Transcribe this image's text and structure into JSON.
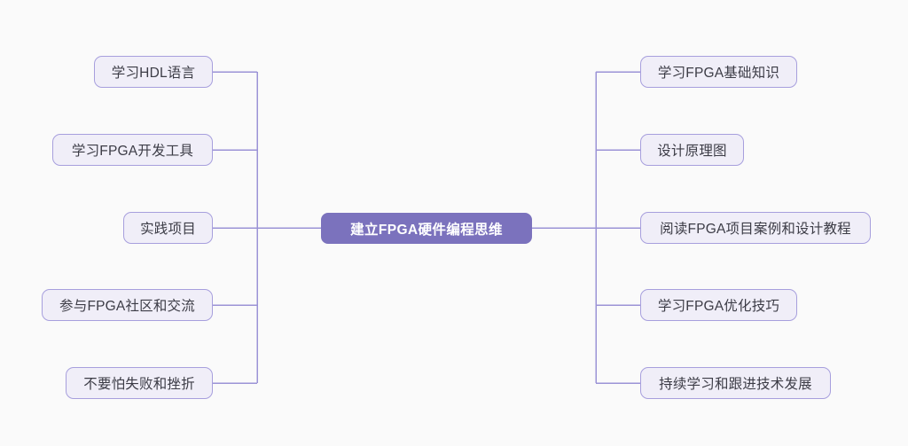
{
  "diagram": {
    "type": "mind-map",
    "background_color": "#fafafa",
    "center": {
      "label": "建立FPGA硬件编程思维",
      "fill_color": "#7b72bd",
      "text_color": "#ffffff"
    },
    "node_style": {
      "fill_color": "#f0eef8",
      "border_color": "#a79fdd",
      "text_color": "#3c3c46",
      "connector_color": "#9b93d6"
    },
    "left_branches": [
      {
        "label": "学习HDL语言"
      },
      {
        "label": "学习FPGA开发工具"
      },
      {
        "label": "实践项目"
      },
      {
        "label": "参与FPGA社区和交流"
      },
      {
        "label": "不要怕失败和挫折"
      }
    ],
    "right_branches": [
      {
        "label": "学习FPGA基础知识"
      },
      {
        "label": "设计原理图"
      },
      {
        "label": "阅读FPGA项目案例和设计教程"
      },
      {
        "label": "学习FPGA优化技巧"
      },
      {
        "label": "持续学习和跟进技术发展"
      }
    ]
  }
}
